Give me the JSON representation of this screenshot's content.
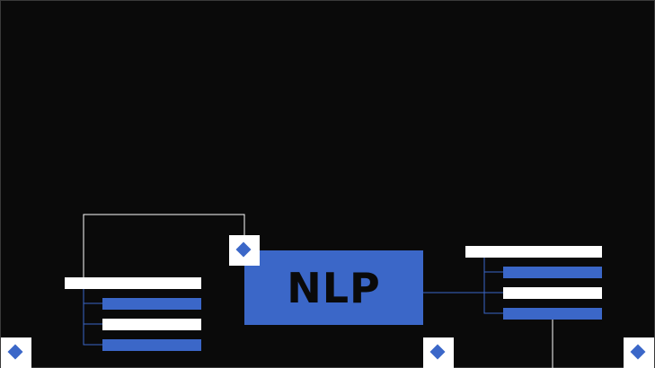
{
  "diagram": {
    "center_label": "NLP",
    "colors": {
      "background": "#0a0a0a",
      "accent": "#3b67c8",
      "light": "#ffffff",
      "connector": "#ffffff",
      "connector_accent": "#3b67c8"
    },
    "left_group": {
      "items": [
        "white",
        "blue",
        "white",
        "blue"
      ]
    },
    "right_group": {
      "items": [
        "white",
        "blue",
        "white",
        "blue"
      ]
    },
    "corner_markers": [
      "diamond-icon",
      "diamond-icon",
      "diamond-icon",
      "diamond-icon"
    ]
  }
}
